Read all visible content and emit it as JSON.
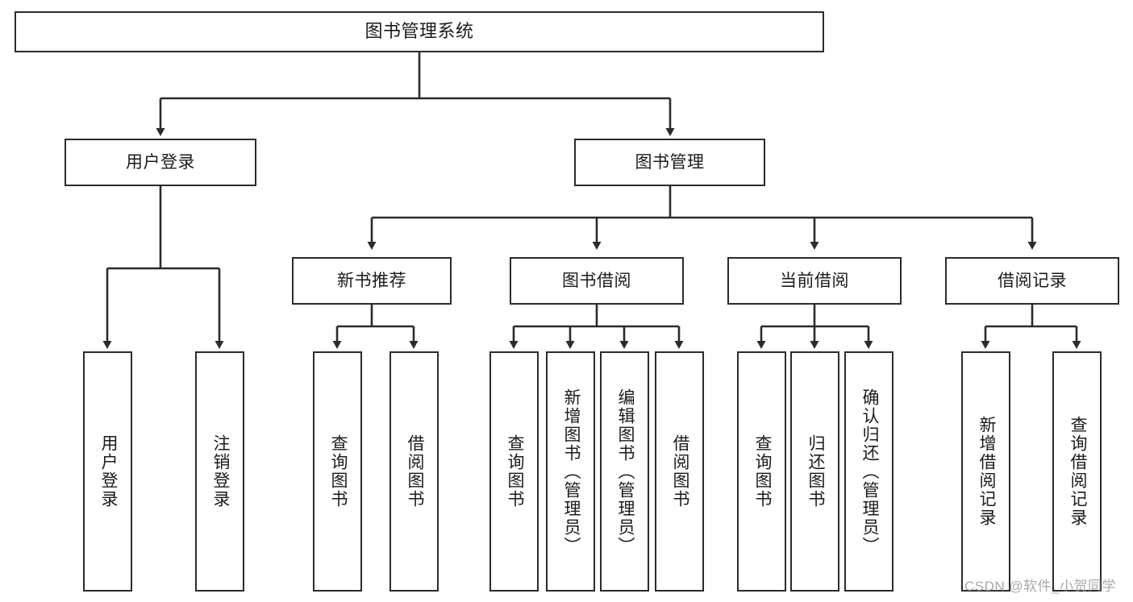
{
  "diagram": {
    "title": "图书管理系统",
    "type": "hierarchy-tree",
    "root": {
      "label": "图书管理系统"
    },
    "level1": [
      {
        "label": "用户登录"
      },
      {
        "label": "图书管理"
      }
    ],
    "level2": [
      {
        "label": "新书推荐"
      },
      {
        "label": "图书借阅"
      },
      {
        "label": "当前借阅"
      },
      {
        "label": "借阅记录"
      }
    ],
    "leaves": {
      "user_login": [
        {
          "label": "用户登录"
        },
        {
          "label": "注销登录"
        }
      ],
      "new_book_recommend": [
        {
          "label": "查询图书"
        },
        {
          "label": "借阅图书"
        }
      ],
      "book_borrow": [
        {
          "label": "查询图书"
        },
        {
          "label": "新增图书（管理员）"
        },
        {
          "label": "编辑图书（管理员）"
        },
        {
          "label": "借阅图书"
        }
      ],
      "current_borrow": [
        {
          "label": "查询图书"
        },
        {
          "label": "归还图书"
        },
        {
          "label": "确认归还（管理员）"
        }
      ],
      "borrow_record": [
        {
          "label": "新增借阅记录"
        },
        {
          "label": "查询借阅记录"
        }
      ]
    }
  },
  "watermark": {
    "text": "CSDN @软件_小贺同学"
  },
  "colors": {
    "stroke": "#2b2b2b",
    "fill": "#ffffff",
    "text": "#1b1b1b",
    "watermark": "#9a9a9a"
  }
}
